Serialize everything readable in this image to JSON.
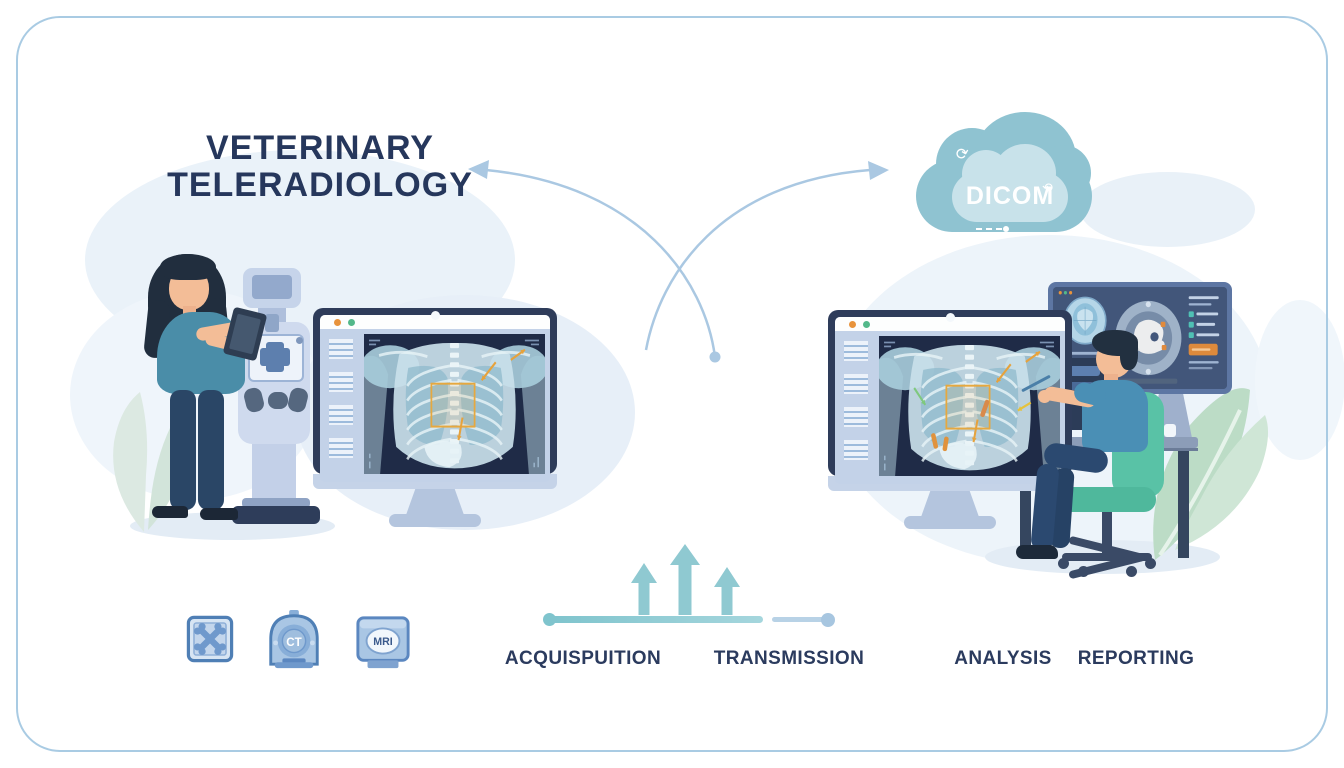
{
  "title": {
    "line1": "VETERINARY",
    "line2": "TELERADIOLOGY"
  },
  "cloud": {
    "label": "DICOM",
    "sync_glyph": "⟳",
    "sync_glyph_alt": "⟲"
  },
  "workflow": {
    "steps": [
      {
        "label": "ACQUISPUITION"
      },
      {
        "label": "TRANSMISSION"
      },
      {
        "label": "ANALYSIS"
      },
      {
        "label": "REPORTING"
      }
    ]
  },
  "modalities": {
    "xray": {
      "name": "crossed-bones"
    },
    "ct": {
      "label": "CT"
    },
    "mri": {
      "label": "MRI"
    }
  },
  "colors": {
    "title_navy": "#26375c",
    "label_navy": "#2b3b5e",
    "flow_arrow_blue": "#aac8e2",
    "cloud_teal": "#8fc3d1",
    "cloud_inner_teal": "#c8e2ea",
    "timeline_teal": "#7fc4cd",
    "upload_arrow_teal": "#86c5ce",
    "annotation_orange": "#e2a23f",
    "window_dot_orange": "#e8933c",
    "window_dot_green": "#53b88a",
    "chair_green": "#59c2a6",
    "leaf_green": "#bcdcc6",
    "screen_navy": "#1f2b47"
  }
}
